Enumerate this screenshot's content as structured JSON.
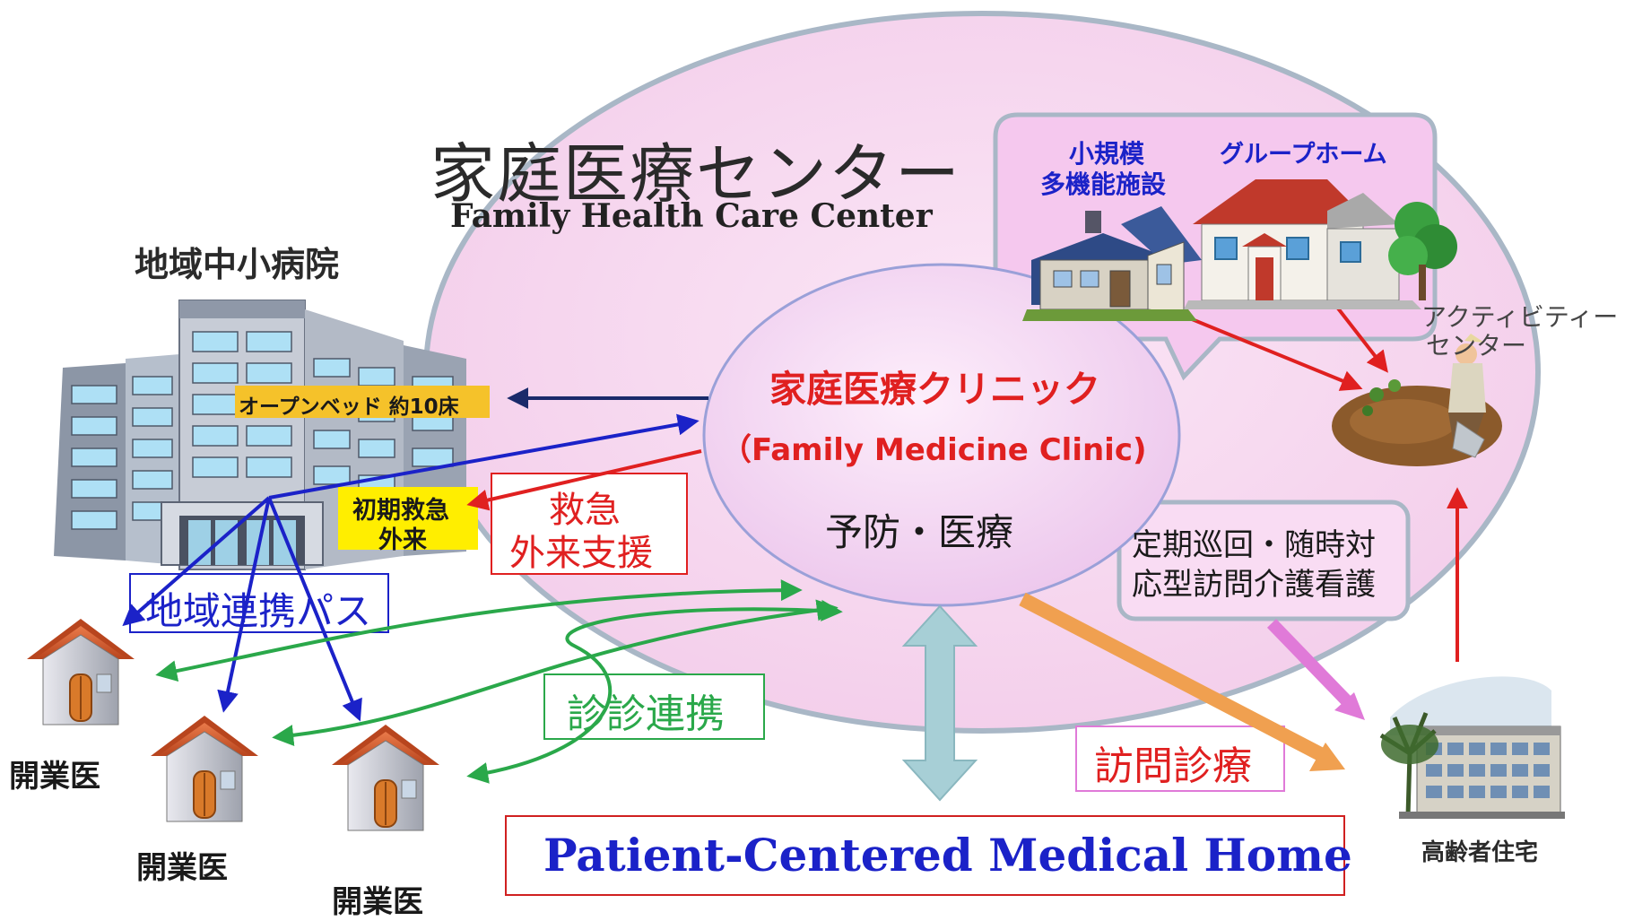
{
  "colors": {
    "big_oval_fill": "#f7d8ef",
    "big_oval_stroke": "#a9b7c6",
    "clinic_fill": "#f5d0f0",
    "clinic_stroke": "#9aa0d8",
    "red_arrow": "#e02020",
    "blue_arrow": "#1b22c8",
    "navy_arrow": "#1a2a6a",
    "green_arrow": "#2aa84a",
    "orange_arrow": "#f0a050",
    "pink_arrow": "#e07ad8",
    "teal_arrow": "#a7cfd6",
    "open_bed_bg": "#f5c22a",
    "emergency_bg": "#ffee00"
  },
  "center": {
    "title_jp": "家庭医療センター",
    "title_en": "Family Health Care Center"
  },
  "clinic": {
    "name_jp": "家庭医療クリニック",
    "name_en": "（Family Medicine Clinic)",
    "services": "予防・医療"
  },
  "hospital": {
    "label": "地域中小病院",
    "open_bed": "オープンベッド 約10床",
    "emergency_line1": "初期救急",
    "emergency_line2": "外来"
  },
  "labels": {
    "emergency_support_line1": "救急",
    "emergency_support_line2": "外来支援",
    "regional_path": "地域連携パス",
    "clinic_cooperation": "診診連携",
    "home_visit": "訪問診療",
    "patrol_line1": "定期巡回・随時対",
    "patrol_line2": "応型訪問介護看護",
    "pcmh": "Patient-Centered Medical Home"
  },
  "facilities": {
    "small_multi_line1": "小規模",
    "small_multi_line2": "多機能施設",
    "group_home": "グループホーム",
    "activity_line1": "アクティビティー",
    "activity_line2": "センター",
    "elderly_housing": "高齢者住宅"
  },
  "practitioners": {
    "label": "開業医"
  },
  "icons": {
    "hospital": "hospital-building-icon",
    "house": "house-icon",
    "small_facility": "small-facility-icon",
    "group_home": "group-home-icon",
    "garden": "gardening-icon",
    "elderly": "elderly-housing-icon"
  }
}
